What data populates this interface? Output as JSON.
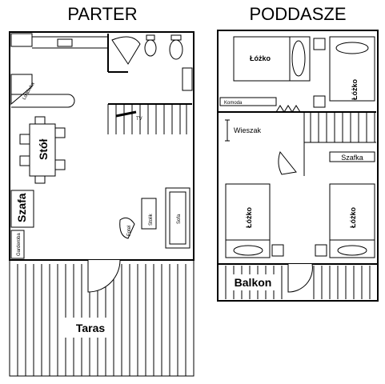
{
  "titles": {
    "ground": "PARTER",
    "attic": "PODDASZE"
  },
  "ground_labels": {
    "fridge": "Lodówka",
    "table": "Stół",
    "wardrobe": "Szafa",
    "dressing": "Garderoba",
    "tv": "TV",
    "armchair": "Fotel",
    "coffee_table": "Stolik",
    "sofa": "Sofa",
    "terrace": "Taras"
  },
  "attic_labels": {
    "bed": "Łóżko",
    "dresser": "Komoda",
    "hanger": "Wieszak",
    "cabinet": "Szafka",
    "balcony": "Balkon"
  }
}
